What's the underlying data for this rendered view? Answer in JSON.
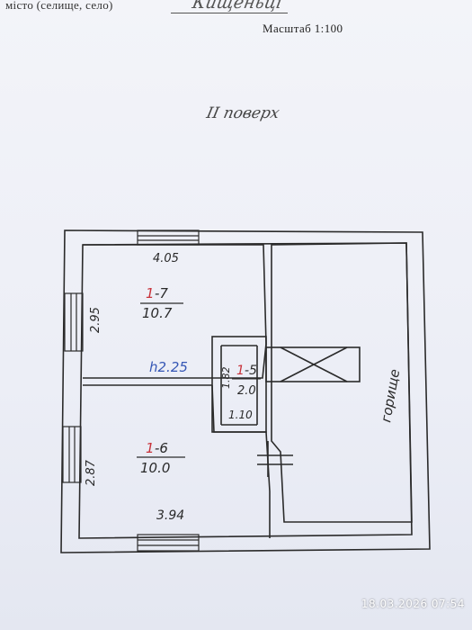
{
  "header": {
    "city_label": "місто  (селище, село)",
    "city_value": "Кищеньці",
    "scale": "Масштаб  1:100"
  },
  "floor_title": "ІІ поверх",
  "rooms": {
    "room7": {
      "number": "1",
      "suffix": "-7",
      "area": "10.7",
      "width": "4.05",
      "height": "2.95"
    },
    "room6": {
      "number": "1",
      "suffix": "-6",
      "area": "10.0",
      "width": "3.94",
      "height": "2.87"
    },
    "room5": {
      "number": "1",
      "suffix": "-5",
      "area": "2.0",
      "width": "1.10",
      "height": "1.82"
    }
  },
  "ceiling_height": "h2.25",
  "attic": "горище",
  "timestamp": "18.03.2026  07:54"
}
